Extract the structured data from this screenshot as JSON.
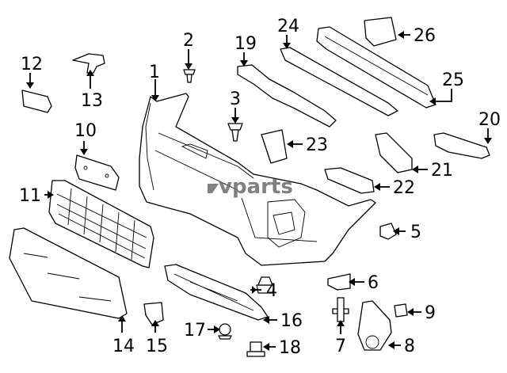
{
  "watermark": "vparts",
  "callouts": [
    "1",
    "2",
    "3",
    "4",
    "5",
    "6",
    "7",
    "8",
    "9",
    "10",
    "11",
    "12",
    "13",
    "14",
    "15",
    "16",
    "17",
    "18",
    "19",
    "20",
    "21",
    "22",
    "23",
    "24",
    "25",
    "26"
  ],
  "colors": {
    "line": "#000000",
    "background": "#ffffff",
    "watermark": "#6b6b6b"
  }
}
